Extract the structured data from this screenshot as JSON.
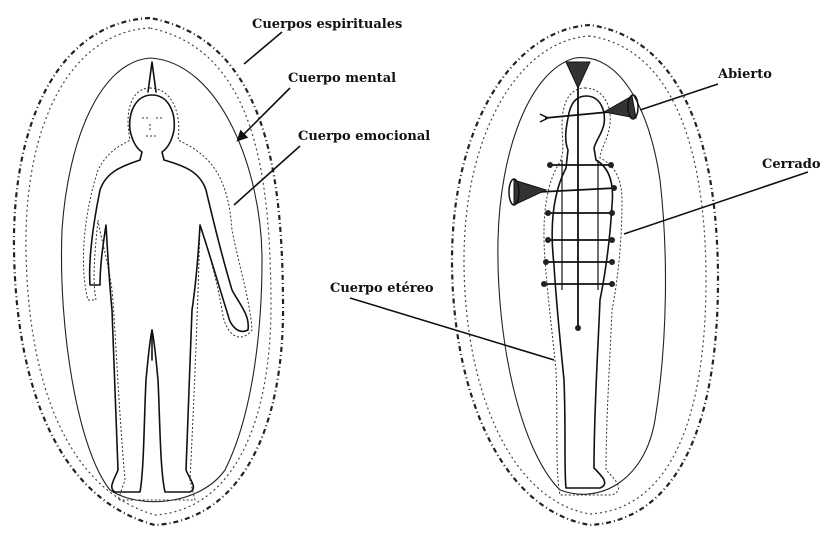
{
  "labels": {
    "spiritual_bodies": "Cuerpos espirituales",
    "mental_body": "Cuerpo mental",
    "emotional_body": "Cuerpo emocional",
    "open": "Abierto",
    "closed": "Cerrado",
    "etheric_body": "Cuerpo etéreo"
  }
}
